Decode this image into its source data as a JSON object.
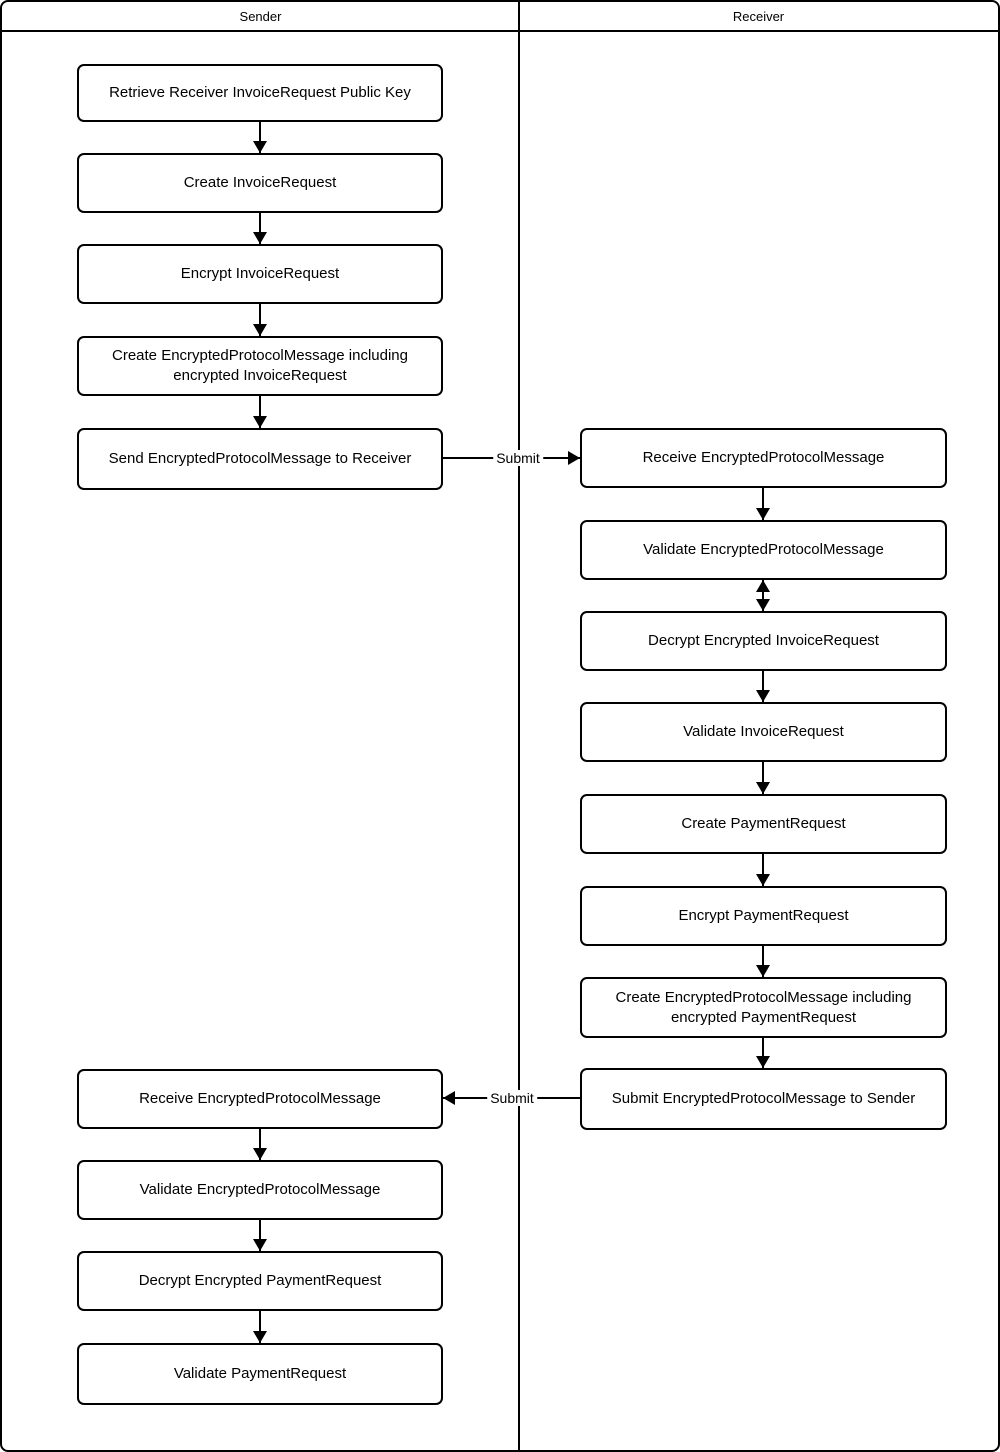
{
  "lanes": {
    "sender": {
      "label": "Sender"
    },
    "receiver": {
      "label": "Receiver"
    }
  },
  "sender_steps": [
    {
      "label": "Retrieve Receiver InvoiceRequest Public Key"
    },
    {
      "label": "Create InvoiceRequest"
    },
    {
      "label": "Encrypt InvoiceRequest"
    },
    {
      "label": "Create EncryptedProtocolMessage including encrypted InvoiceRequest"
    },
    {
      "label": "Send EncryptedProtocolMessage to Receiver"
    },
    {
      "label": "Receive EncryptedProtocolMessage"
    },
    {
      "label": "Validate EncryptedProtocolMessage"
    },
    {
      "label": "Decrypt Encrypted PaymentRequest"
    },
    {
      "label": "Validate PaymentRequest"
    }
  ],
  "receiver_steps": [
    {
      "label": "Receive EncryptedProtocolMessage"
    },
    {
      "label": "Validate EncryptedProtocolMessage"
    },
    {
      "label": "Decrypt Encrypted InvoiceRequest"
    },
    {
      "label": "Validate InvoiceRequest"
    },
    {
      "label": "Create PaymentRequest"
    },
    {
      "label": "Encrypt PaymentRequest"
    },
    {
      "label": "Create EncryptedProtocolMessage including encrypted PaymentRequest"
    },
    {
      "label": "Submit EncryptedProtocolMessage to Sender"
    }
  ],
  "messages": {
    "submit_to_receiver": {
      "label": "Submit"
    },
    "submit_to_sender": {
      "label": "Submit"
    }
  },
  "colors": {
    "line": "#000000",
    "background": "#ffffff",
    "box_fill": "#ffffff",
    "text": "#000000"
  }
}
